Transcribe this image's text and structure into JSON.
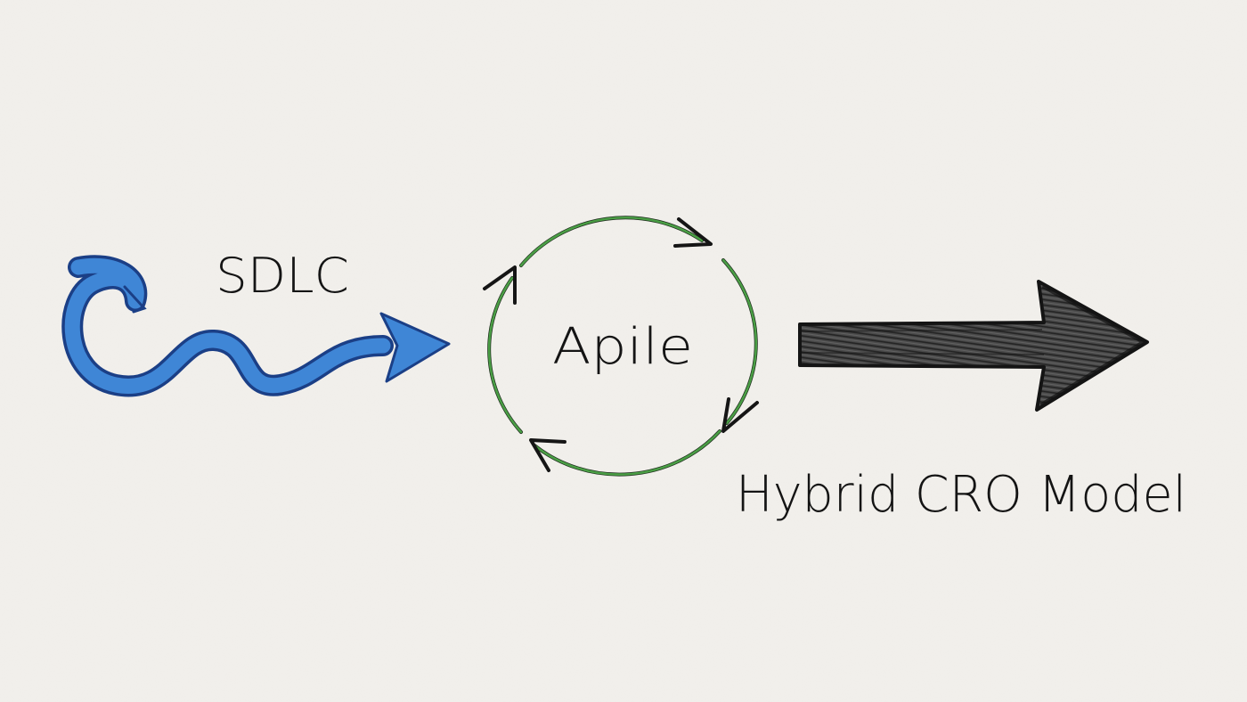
{
  "diagram": {
    "labels": {
      "sdlc": "SDLC",
      "agile": "Apile",
      "hybrid": "Hybrid CRO Model"
    },
    "colors": {
      "background": "#f2f0ec",
      "sdlc_arrow": "#3f86d6",
      "sdlc_outline": "#1b3f86",
      "cycle": "#4a9e45",
      "cycle_arrowheads": "#151515",
      "hybrid_arrow": "#3a3a3a",
      "text": "#141414"
    },
    "icons": {
      "sdlc": "wavy-arrow-icon",
      "agile": "cycle-arrows-icon",
      "hybrid": "block-arrow-icon"
    }
  }
}
